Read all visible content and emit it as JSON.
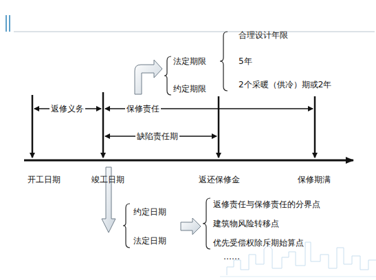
{
  "diagram": {
    "labels": [
      "合理设计年限",
      "法定期限",
      "5年",
      "约定期限",
      "2个采暖（供冷）期或2年",
      "返修义务",
      "保修责任",
      "缺陷责任期",
      "开工日期",
      "竣工日期",
      "返还保修金",
      "保修期满",
      "约定日期",
      "返修责任与保修责任的分界点",
      "建筑物风险转移点",
      "法定日期",
      "优先受偿权除斥期始算点",
      "……"
    ]
  }
}
